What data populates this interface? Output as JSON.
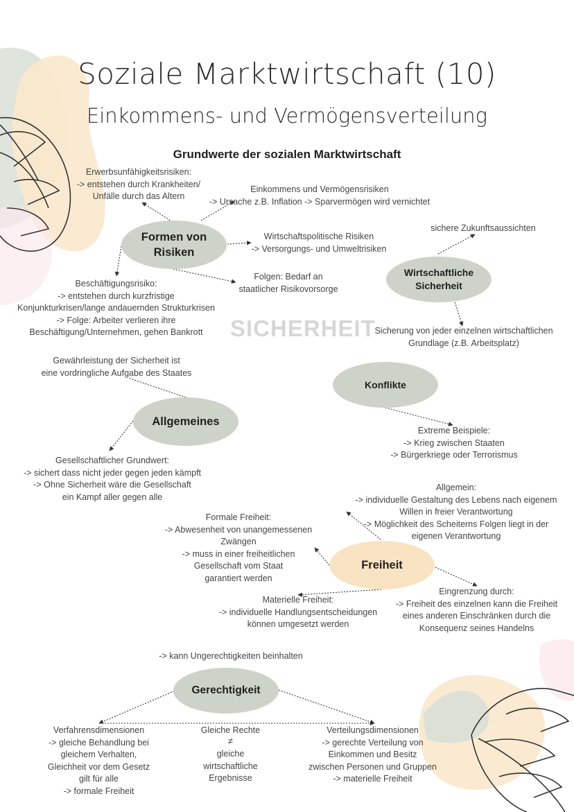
{
  "title": "Soziale Marktwirtschaft (10)",
  "subtitle": "Einkommens- und Vermögensverteilung",
  "heading": "Grundwerte der sozialen Marktwirtschaft",
  "watermark": "SICHERHEIT",
  "colors": {
    "node_gray": "#cdd3c9",
    "node_sand": "#f8e4c2",
    "text": "#444444"
  },
  "icons": [
    "monstera-leaf-top-left",
    "monstera-leaf-bottom-right"
  ],
  "nodes": {
    "risiken": "Formen von\nRisiken",
    "sicherheit": "Wirtschaftliche\nSicherheit",
    "konflikte": "Konflikte",
    "allgemeines": "Allgemeines",
    "freiheit": "Freiheit",
    "gerechtigkeit": "Gerechtigkeit"
  },
  "notes": {
    "erwerb": "Erwerbsunfähigkeitsrisiken:\n-> entstehen durch Krankheiten/\nUnfälle durch das Altern",
    "einkommen": "Einkommens und Vermögensrisiken\n-> Ursache z.B. Inflation -> Sparvermögen wird vernichtet",
    "wirtschaftspolitisch": "Wirtschaftspolitische Risiken\n-> Versorgungs- und Umweltrisiken",
    "folgen": "Folgen: Bedarf an\nstaatlicher Risikovorsorge",
    "beschaeftigung": "Beschäftigungsrisiko:\n-> entstehen durch kurzfristige\nKonjunkturkrisen/lange andauernden Strukturkrisen\n-> Folge: Arbeiter verlieren ihre\nBeschäftigung/Unternehmen, gehen Bankrott",
    "zukunft": "sichere Zukunftsaussichten",
    "grundlage": "Sicherung von jeder einzelnen wirtschaftlichen\nGrundlage (z.B. Arbeitsplatz)",
    "gewaehr": "Gewährleistung der Sicherheit ist\neine vordringliche Aufgabe des Staates",
    "extreme": "Extreme Beispiele:\n-> Krieg zwischen Staaten\n-> Bürgerkriege oder Terrorismus",
    "grundwert": "Gesellschaftlicher Grundwert:\n-> sichert dass nicht jeder gegen jeden kämpft\n-> Ohne Sicherheit wäre die Gesellschaft\nein Kampf aller gegen alle",
    "allgemein_freiheit": "Allgemein:\n-> individuelle Gestaltung des Lebens nach eigenem\nWillen in freier Verantwortung\n-> Möglichkeit des Scheiterns Folgen liegt in der\neigenen Verantwortung",
    "formal": "Formale Freiheit:\n-> Abwesenheit von unangemessenen\nZwängen\n-> muss in einer freiheitlichen\nGesellschaft vom Staat\ngarantiert werden",
    "materiell": "Materielle Freiheit:\n-> individuelle Handlungsentscheidungen\nkönnen umgesetzt werden",
    "eingrenzung": "Eingrenzung durch:\n-> Freiheit des einzelnen kann die Freiheit\neines anderen Einschränken durch die\nKonsequenz seines Handelns",
    "ungerecht": "-> kann Ungerechtigkeiten beinhalten",
    "verfahren": "Verfahrensdimensionen\n-> gleiche Behandlung bei\ngleichem Verhalten,\nGleichheit vor dem Gesetz\ngilt für alle\n-> formale Freiheit",
    "gleiche_rechte": "Gleiche Rechte",
    "ne_symbol": "≠",
    "ergebnisse": "gleiche\nwirtschaftliche\nErgebnisse",
    "verteilung": "Verteilungsdimensionen\n-> gerechte Verteilung von\nEinkommen und Besitz\nzwischen Personen und Gruppen\n-> materielle Freiheit"
  }
}
